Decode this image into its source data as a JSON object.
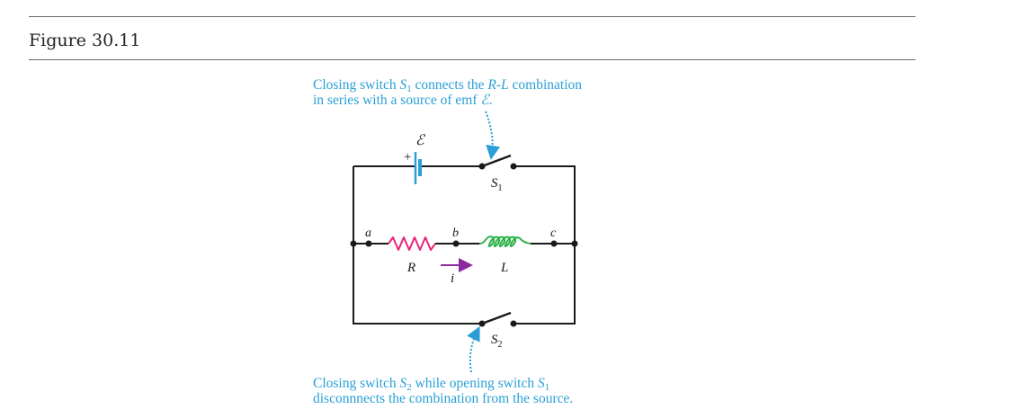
{
  "figure": {
    "title": "Figure 30.11"
  },
  "captions": {
    "top": {
      "line1_prefix": "Closing switch ",
      "line1_s": "S",
      "line1_sub": "1",
      "line1_mid": " connects the ",
      "line1_rl": "R-L",
      "line1_end": " combination",
      "line2_prefix": "in series with a source of emf ",
      "line2_emf": "ℰ",
      "line2_end": "."
    },
    "bottom": {
      "line1_prefix": "Closing switch ",
      "line1_s2": "S",
      "line1_s2_sub": "2",
      "line1_mid": " while opening switch ",
      "line1_s1": "S",
      "line1_s1_sub": "1",
      "line2": "disconnnects the combination from the source."
    }
  },
  "circuit": {
    "emf_label": "ℰ",
    "battery_plus": "+",
    "switch1_label": "S",
    "switch1_sub": "1",
    "switch2_label": "S",
    "switch2_sub": "2",
    "node_a": "a",
    "node_b": "b",
    "node_c": "c",
    "resistor_label": "R",
    "inductor_label": "L",
    "current_label": "i",
    "colors": {
      "wire": "#1a1a1a",
      "battery": "#2a9fd6",
      "resistor": "#e8247c",
      "inductor": "#2db34a",
      "current_arrow": "#8a2a9e",
      "callout": "#2a9fd6"
    }
  }
}
